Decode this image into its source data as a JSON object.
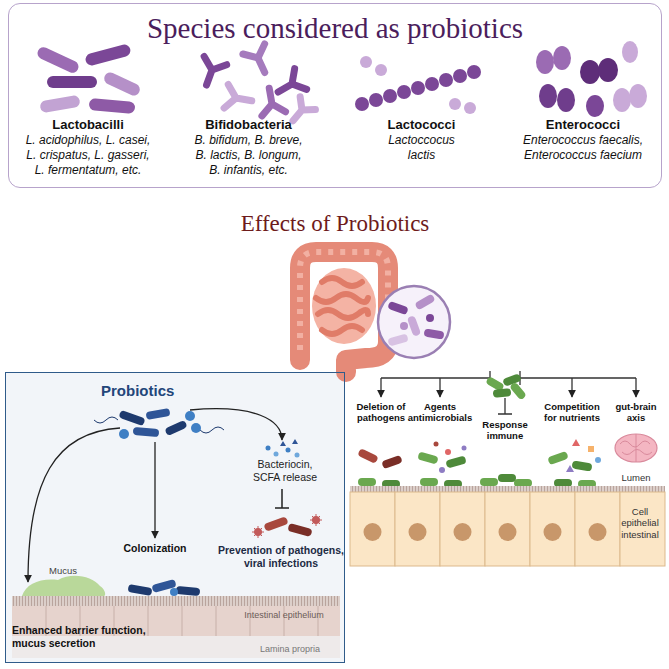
{
  "diagram": {
    "nodes": [
      {
        "text": [
          "Species considered as probiotics"
        ]
      },
      {
        "text": [
          "Lactobacilli",
          "L. acidophilus, L. casei, L. crispatus, L. gasseri, L. fermentatum, etc."
        ],
        "in": 0
      },
      {
        "text": [
          "Bifidobacteria",
          "B. bifidum, B. breve, B. lactis, B. longum, B. infantis, etc."
        ],
        "in": 0
      },
      {
        "text": [
          "Lactococci",
          "Lactoccocus lactis"
        ],
        "in": 0
      },
      {
        "text": [
          "Enterococci",
          "Enterococcus faecalis, Enterococcus faecium"
        ],
        "in": 0
      },
      {
        "text": [
          "Probiotics"
        ]
      }
    ],
    "labels": [
      "Effects of Probiotics",
      "Bacteriocin, SCFA release",
      "Prevention of pathogens, viral infections",
      "Colonization",
      "Mucus",
      "Enhanced barrier function, mucus secretion",
      "Intestinal epithelium",
      "Lamina propria",
      "Deletion of pathogens",
      "Agents antimicrobials",
      "Response immune",
      "Competition for nutrients",
      "gut-brain axis",
      "Lumen",
      "Cell epithelial intestinal"
    ]
  }
}
